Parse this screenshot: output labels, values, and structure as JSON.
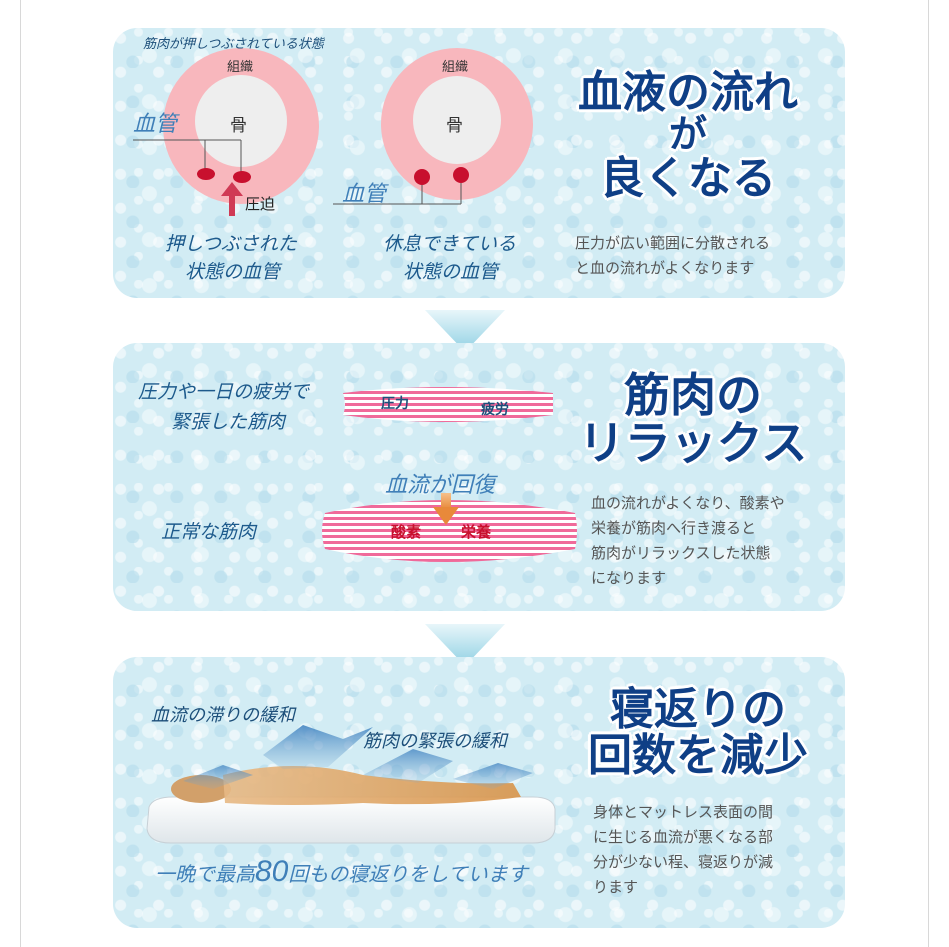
{
  "panel1": {
    "caption": "筋肉が押しつぶされている状態",
    "tissue_label_left": "組織",
    "bone_label_left": "骨",
    "vessel_label_left": "血管",
    "pressure_label": "圧迫",
    "tissue_label_right": "組織",
    "bone_label_right": "骨",
    "vessel_label_right": "血管",
    "left_caption_line1": "押しつぶされた",
    "left_caption_line2": "状態の血管",
    "right_caption_line1": "休息できている",
    "right_caption_line2": "状態の血管",
    "headline_line1": "血液の流れ",
    "headline_line2": "が",
    "headline_line3": "良くなる",
    "desc_line1": "圧力が広い範囲に分散される",
    "desc_line2": "と血の流れがよくなります"
  },
  "panel2": {
    "tense_line1": "圧力や一日の疲労で",
    "tense_line2": "緊張した筋肉",
    "tense_label_a": "圧力",
    "tense_label_b": "疲労",
    "recovery_label": "血流が回復",
    "normal_label": "正常な筋肉",
    "normal_label_a": "酸素",
    "normal_label_b": "栄養",
    "headline_line1": "筋肉の",
    "headline_line2": "リラックス",
    "desc_line1": "血の流れがよくなり、酸素や",
    "desc_line2": "栄養が筋肉へ行き渡ると",
    "desc_line3": "筋肉がリラックスした状態",
    "desc_line4": "になります"
  },
  "panel3": {
    "label_blood": "血流の滞りの緩和",
    "label_muscle": "筋肉の緊張の緩和",
    "bottom_prefix": "一晩で最高",
    "bottom_number": "80",
    "bottom_suffix": "回もの寝返りをしています",
    "headline_line1": "寝返りの",
    "headline_line2": "回数を減少",
    "desc_line1": "身体とマットレス表面の間",
    "desc_line2": "に生じる血流が悪くなる部",
    "desc_line3": "分が少ない程、寝返りが減",
    "desc_line4": "ります"
  },
  "colors": {
    "headline": "#0f3f86",
    "tissue": "#f8b7bd",
    "vessel": "#c8102e",
    "muscle_pink": "#f06a9a",
    "panel_bg": "#d2ecf4",
    "accent_orange": "#e8893a"
  }
}
